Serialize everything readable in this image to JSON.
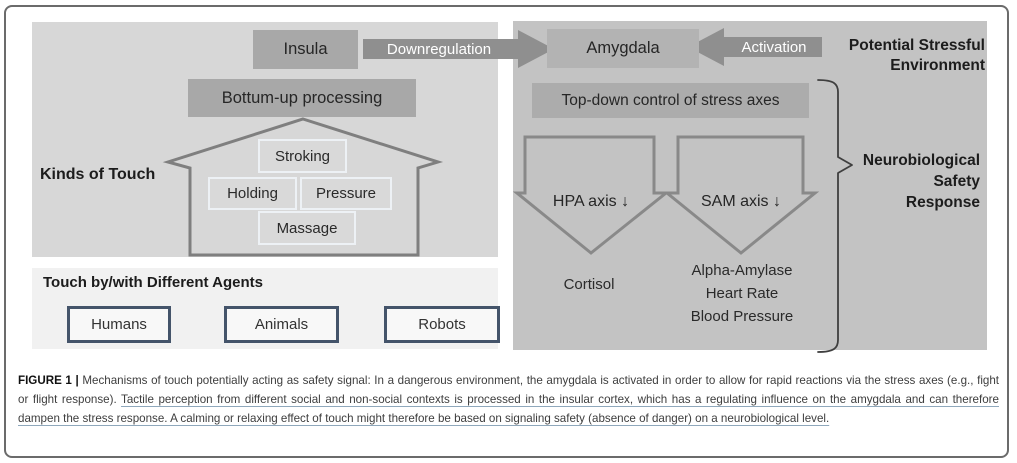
{
  "diagram": {
    "insula": "Insula",
    "downregulation": "Downregulation",
    "amygdala": "Amygdala",
    "activation": "Activation",
    "potential_stressful_environment": [
      "Potential Stressful",
      "Environment"
    ],
    "bottom_up_processing": "Bottum-up processing",
    "kinds_of_touch": "Kinds of Touch",
    "touch_kinds": [
      "Stroking",
      "Holding",
      "Pressure",
      "Massage"
    ],
    "agents_title": "Touch by/with Different Agents",
    "agents": [
      "Humans",
      "Animals",
      "Robots"
    ],
    "top_down_control": "Top-down control of stress axes",
    "hpa_axis": "HPA axis ↓",
    "sam_axis": "SAM axis ↓",
    "cortisol": "Cortisol",
    "sam_outputs": [
      "Alpha-Amylase",
      "Heart Rate",
      "Blood Pressure"
    ],
    "neurobiological_safety_response": [
      "Neurobiological",
      "Safety",
      "Response"
    ]
  },
  "caption": {
    "label": "FIGURE 1",
    "separator": " | ",
    "text_plain": "Mechanisms of touch potentially acting as safety signal: In a dangerous environment, the amygdala is activated in order to allow for rapid reactions via the stress axes (e.g., fight or flight response). ",
    "text_underlined": "Tactile perception from different social and non-social contexts is processed in the insular cortex, which has a regulating influence on the amygdala and can therefore dampen the stress response. A calming or relaxing effect of touch might therefore be based on signaling safety (absence of danger) on a neurobiological level."
  },
  "colors": {
    "panel_left": "#d7d7d7",
    "panel_agents": "#f1f1f1",
    "panel_right": "#c3c3c3",
    "label_box": "#a8a8a8",
    "flow_arrow": "#8f8f8f",
    "agent_border": "#44546a",
    "outline_arrow": "#898989",
    "underline": "#8fa8bc"
  }
}
